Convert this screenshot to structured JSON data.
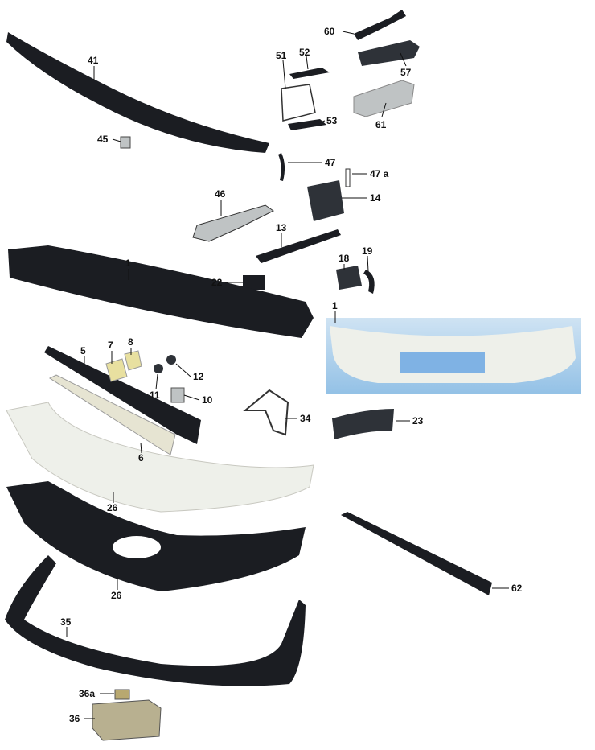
{
  "callouts": [
    "60",
    "51",
    "52",
    "57",
    "41",
    "61",
    "53",
    "45",
    "47",
    "47 a",
    "14",
    "46",
    "13",
    "18",
    "19",
    "1",
    "22",
    "1",
    "5",
    "7",
    "8",
    "12",
    "11",
    "10",
    "34",
    "23",
    "6",
    "26",
    "62",
    "26",
    "35",
    "36a",
    "36"
  ],
  "colors": {
    "part_black": "#1b1d22",
    "part_dark_grey": "#2e3238",
    "part_white": "#eef0ea",
    "part_cream": "#e6e4d2",
    "metal_silver": "#bfc3c4",
    "photo_blue_top": "#cfe3f3",
    "photo_blue_bottom": "#93c1e6",
    "cutout_blue": "#7fb2e4"
  }
}
